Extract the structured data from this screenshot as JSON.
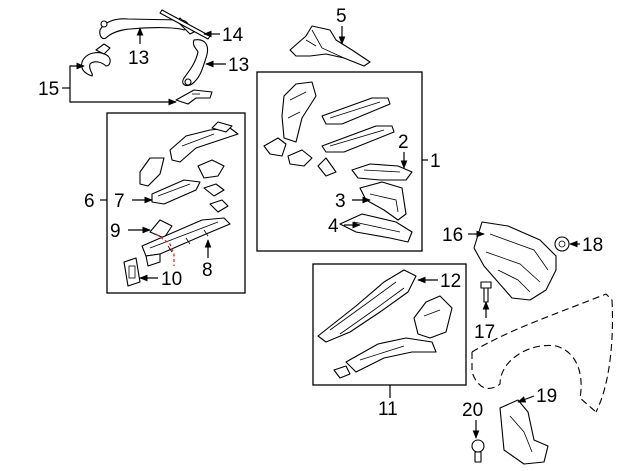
{
  "callouts": [
    {
      "id": "c1",
      "text": "1"
    },
    {
      "id": "c2",
      "text": "2"
    },
    {
      "id": "c3",
      "text": "3"
    },
    {
      "id": "c4",
      "text": "4"
    },
    {
      "id": "c5",
      "text": "5"
    },
    {
      "id": "c6",
      "text": "6"
    },
    {
      "id": "c7",
      "text": "7"
    },
    {
      "id": "c8",
      "text": "8"
    },
    {
      "id": "c9",
      "text": "9"
    },
    {
      "id": "c10",
      "text": "10"
    },
    {
      "id": "c11",
      "text": "11"
    },
    {
      "id": "c12",
      "text": "12"
    },
    {
      "id": "c13a",
      "text": "13"
    },
    {
      "id": "c13b",
      "text": "13"
    },
    {
      "id": "c14",
      "text": "14"
    },
    {
      "id": "c15",
      "text": "15"
    },
    {
      "id": "c16",
      "text": "16"
    },
    {
      "id": "c17",
      "text": "17"
    },
    {
      "id": "c18",
      "text": "18"
    },
    {
      "id": "c19",
      "text": "19"
    },
    {
      "id": "c20",
      "text": "20"
    }
  ],
  "colors": {
    "line": "#000000",
    "background": "#ffffff",
    "highlight_dash": "#e0281e"
  }
}
